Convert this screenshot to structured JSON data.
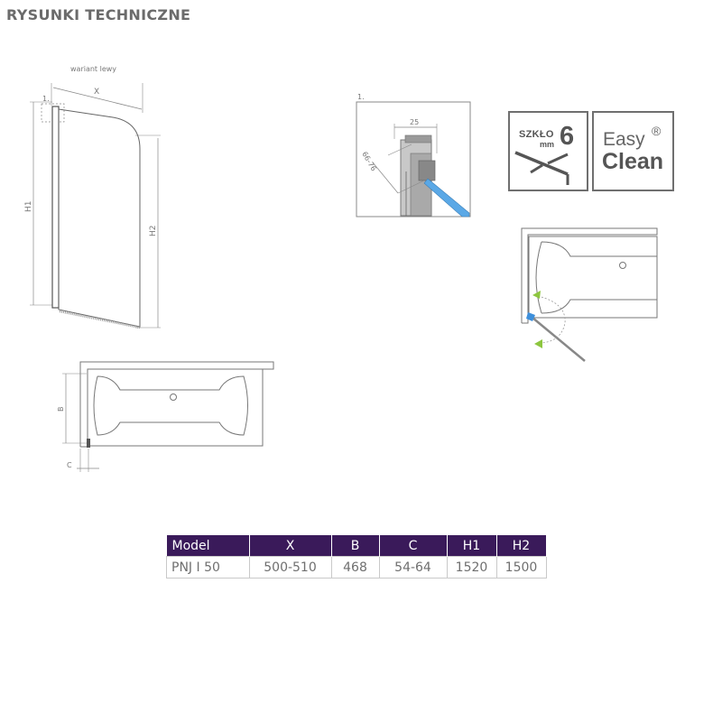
{
  "header": {
    "title": "RYSUNKI TECHNICZNE"
  },
  "front_view": {
    "variant_label": "wariant lewy",
    "dim_x": "X",
    "dim_h1": "H1",
    "dim_h2": "H2",
    "detail_marker": "1."
  },
  "detail_view": {
    "marker": "1.",
    "dim_width": "25",
    "dim_range": "66-76"
  },
  "top_view": {
    "dim_b": "B",
    "dim_c": "C"
  },
  "badges": {
    "glass": {
      "word": "SZKŁO",
      "unit": "mm",
      "value": "6"
    },
    "easy_clean": {
      "line1": "Easy",
      "line2": "Clean",
      "mark": "®"
    }
  },
  "spec_table": {
    "headers": [
      "Model",
      "X",
      "B",
      "C",
      "H1",
      "H2"
    ],
    "rows": [
      [
        "PNJ I 50",
        "500-510",
        "468",
        "54-64",
        "1520",
        "1500"
      ]
    ]
  },
  "colors": {
    "table_header": "#3a1a5a",
    "line": "#7a7a7a",
    "arrow": "#8dc63f",
    "glass": "#5aa8e6"
  }
}
